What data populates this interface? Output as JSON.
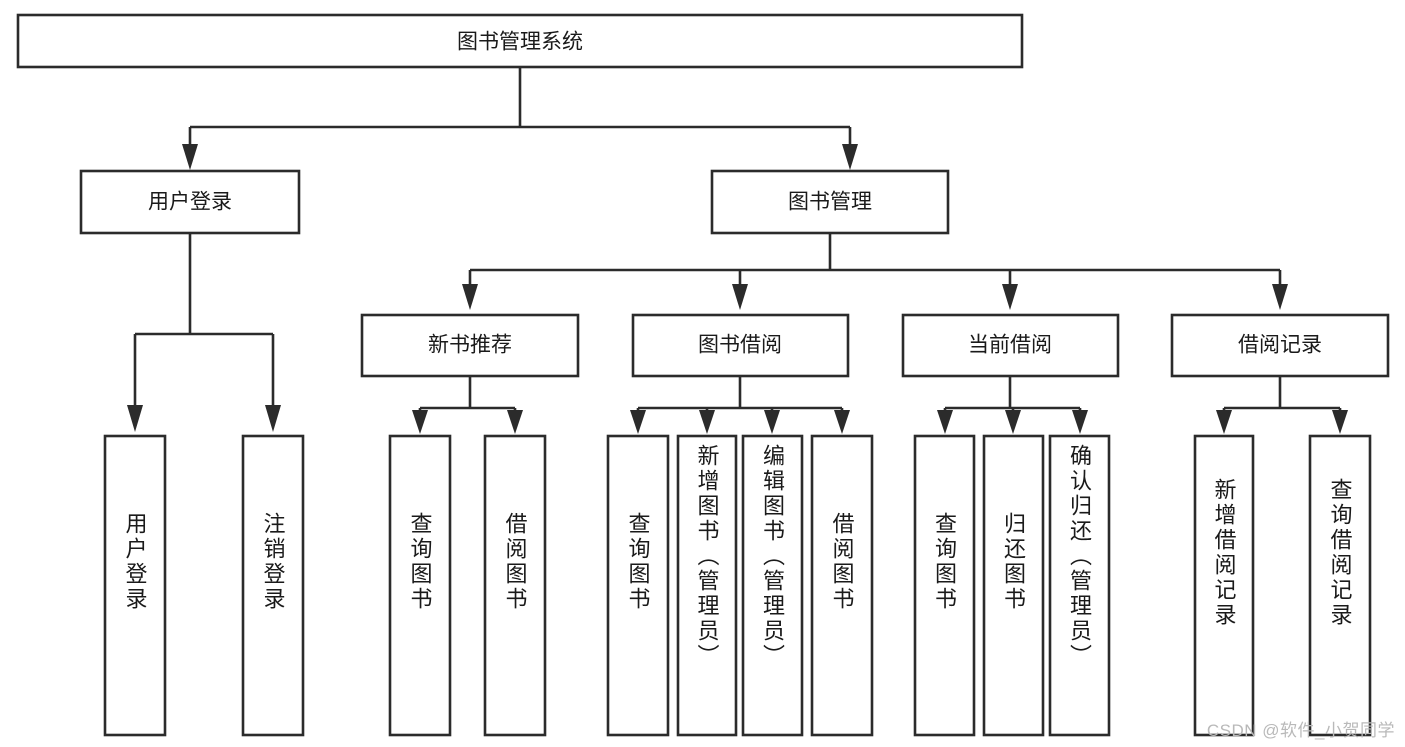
{
  "diagram": {
    "type": "tree",
    "title": "图书管理系统",
    "watermark": "CSDN @软件_小贺同学",
    "colors": {
      "background": "#ffffff",
      "stroke": "#2b2b2b",
      "text": "#1a1a1a",
      "watermark": "#b9b9b9"
    },
    "root": {
      "label": "图书管理系统"
    },
    "level1": [
      {
        "label": "用户登录"
      },
      {
        "label": "图书管理"
      }
    ],
    "level2": [
      {
        "label": "新书推荐"
      },
      {
        "label": "图书借阅"
      },
      {
        "label": "当前借阅"
      },
      {
        "label": "借阅记录"
      }
    ],
    "leaves": {
      "user_login": [
        {
          "label": "用户登录"
        },
        {
          "label": "注销登录"
        }
      ],
      "new_book_recommend": [
        {
          "label": "查询图书"
        },
        {
          "label": "借阅图书"
        }
      ],
      "book_borrow": [
        {
          "label": "查询图书"
        },
        {
          "label": "新增图书（管理员）"
        },
        {
          "label": "编辑图书（管理员）"
        },
        {
          "label": "借阅图书"
        }
      ],
      "current_borrow": [
        {
          "label": "查询图书"
        },
        {
          "label": "归还图书"
        },
        {
          "label": "确认归还（管理员）"
        }
      ],
      "borrow_records": [
        {
          "label": "新增借阅记录"
        },
        {
          "label": "查询借阅记录"
        }
      ]
    }
  }
}
